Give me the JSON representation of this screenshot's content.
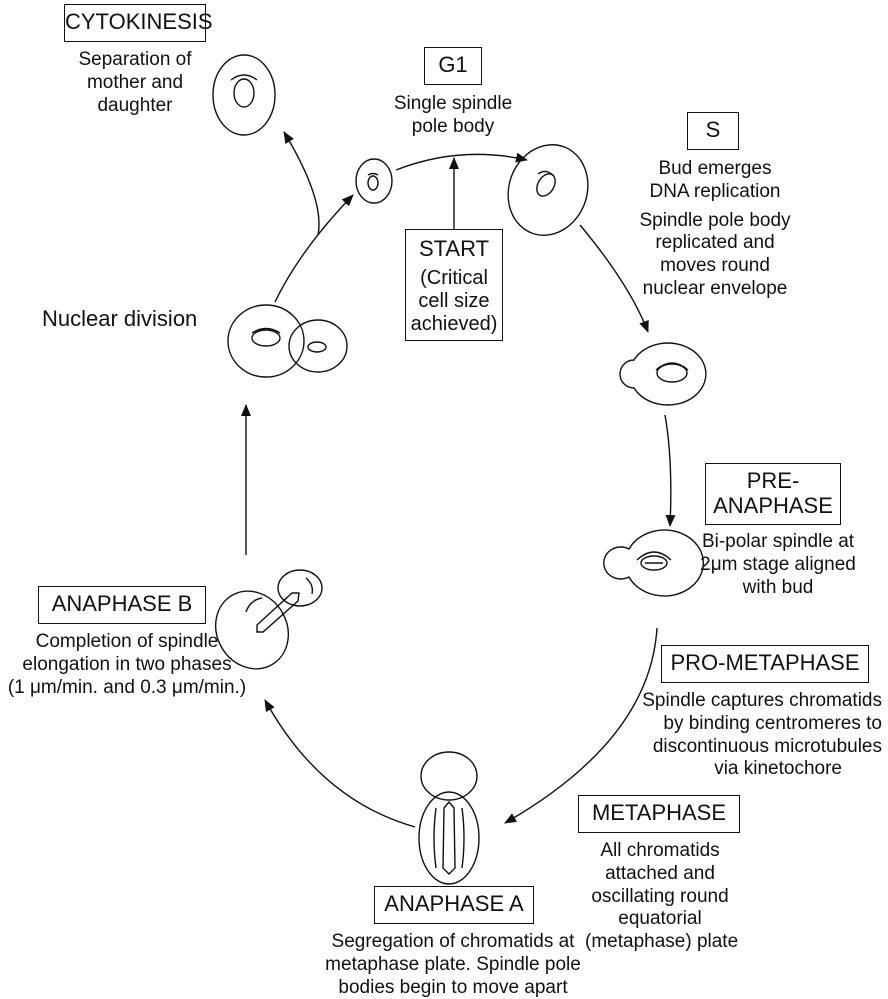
{
  "stages": {
    "cytokinesis": {
      "label": "CYTOKINESIS",
      "desc": [
        "Separation of",
        "mother and",
        "daughter"
      ]
    },
    "g1": {
      "label": "G1",
      "desc": [
        "Single spindle",
        "pole body"
      ]
    },
    "s": {
      "label": "S",
      "desc": [
        "Bud emerges",
        "DNA replication",
        "Spindle pole body",
        "replicated and",
        "moves round",
        "nuclear envelope"
      ]
    },
    "start": {
      "lines": [
        "START",
        "(Critical",
        "cell size",
        "achieved)"
      ]
    },
    "nuclear_division": "Nuclear division",
    "pre_anaphase": {
      "label_lines": [
        "PRE-",
        "ANAPHASE"
      ],
      "desc": [
        "Bi-polar spindle at",
        "2μm stage aligned",
        "with bud"
      ]
    },
    "anaphase_b": {
      "label": "ANAPHASE B",
      "desc": [
        "Completion of spindle",
        "elongation in two phases",
        "(1 μm/min. and 0.3 μm/min.)"
      ]
    },
    "pro_metaphase": {
      "label": "PRO-METAPHASE",
      "desc": [
        "Spindle captures chromatids",
        "by binding centromeres to",
        "discontinuous microtubules",
        "via kinetochore"
      ]
    },
    "metaphase": {
      "label": "METAPHASE",
      "desc": [
        "All chromatids",
        "attached and",
        "oscillating round",
        "equatorial",
        "(metaphase) plate"
      ]
    },
    "anaphase_a": {
      "label": "ANAPHASE A",
      "desc": [
        "Segregation of chromatids at",
        "metaphase plate. Spindle pole",
        "bodies begin to move apart"
      ]
    }
  }
}
